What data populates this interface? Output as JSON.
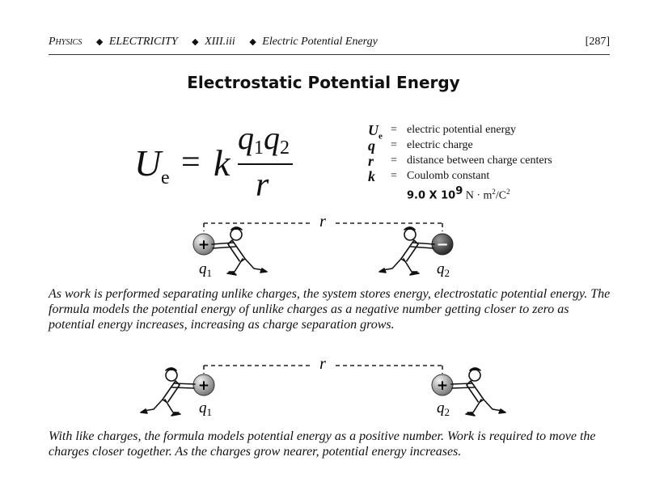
{
  "header": {
    "subject": "Physics",
    "chapter": "ELECTRICITY",
    "section": "XIII.iii",
    "topic": "Electric Potential Energy",
    "page": "[287]"
  },
  "title": "Electrostatic Potential Energy",
  "formula": {
    "U": "U",
    "U_sub": "e",
    "equals": "=",
    "k": "k",
    "q1": "q",
    "q1_sub": "1",
    "q2": "q",
    "q2_sub": "2",
    "r": "r"
  },
  "legend": [
    {
      "symbol": "U",
      "symbol_sub": "e",
      "equals": "=",
      "desc": "electric potential energy"
    },
    {
      "symbol": "q",
      "symbol_sub": "",
      "equals": "=",
      "desc": "electric charge"
    },
    {
      "symbol": "r",
      "symbol_sub": "",
      "equals": "=",
      "desc": "distance between charge centers"
    },
    {
      "symbol": "k",
      "symbol_sub": "",
      "equals": "=",
      "desc": "Coulomb constant"
    }
  ],
  "constant": {
    "mantissa": "9.0 X 10",
    "exponent": "9",
    "units_pre": " N · m",
    "units_exp": "2",
    "units_post": "/C",
    "units_exp2": "2"
  },
  "scene1": {
    "separation_label": "r",
    "charge_left_sign": "+",
    "charge_right_sign": "−",
    "label_left": "q",
    "label_left_sub": "1",
    "label_right": "q",
    "label_right_sub": "2"
  },
  "para1": "As work is performed separating unlike charges, the system stores energy, electrostatic potential energy.  The formula models the potential energy of unlike charges as a negative number getting closer to zero as potential energy increases, increasing as charge separation grows.",
  "scene2": {
    "separation_label": "r",
    "charge_left_sign": "+",
    "charge_right_sign": "+",
    "label_left": "q",
    "label_left_sub": "1",
    "label_right": "q",
    "label_right_sub": "2"
  },
  "para2": "With like charges, the formula models potential energy as a positive number.  Work is required to move the charges closer together.  As the charges grow nearer, potential energy increases."
}
